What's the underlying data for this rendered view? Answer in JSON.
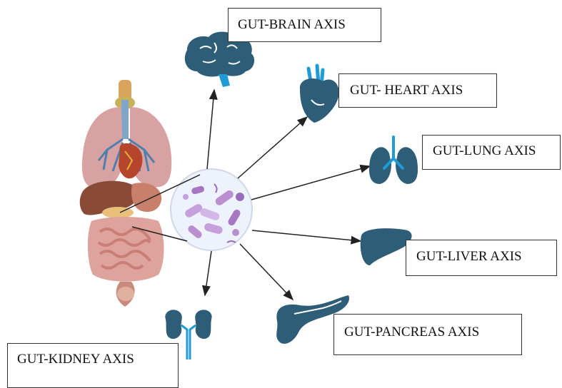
{
  "labels": {
    "brain": "GUT-BRAIN AXIS",
    "heart": "GUT- HEART AXIS",
    "lung": "GUT-LUNG AXIS",
    "liver": "GUT-LIVER AXIS",
    "pancreas": "GUT-PANCREAS AXIS",
    "kidney": "GUT-KIDNEY AXIS"
  },
  "colors": {
    "organ_icon": "#2e5d78",
    "organ_icon_accent": "#1f9bd6",
    "arrow": "#222222",
    "microbiome_circle": "#eef2fb",
    "bacteria": "#b98fd0",
    "lungs": "#d59b9b",
    "intestine": "#e2a6a0"
  },
  "icons": [
    "human-organs-icon",
    "microbiome-icon",
    "brain-icon",
    "heart-icon",
    "lung-icon",
    "liver-icon",
    "pancreas-icon",
    "kidney-icon"
  ]
}
